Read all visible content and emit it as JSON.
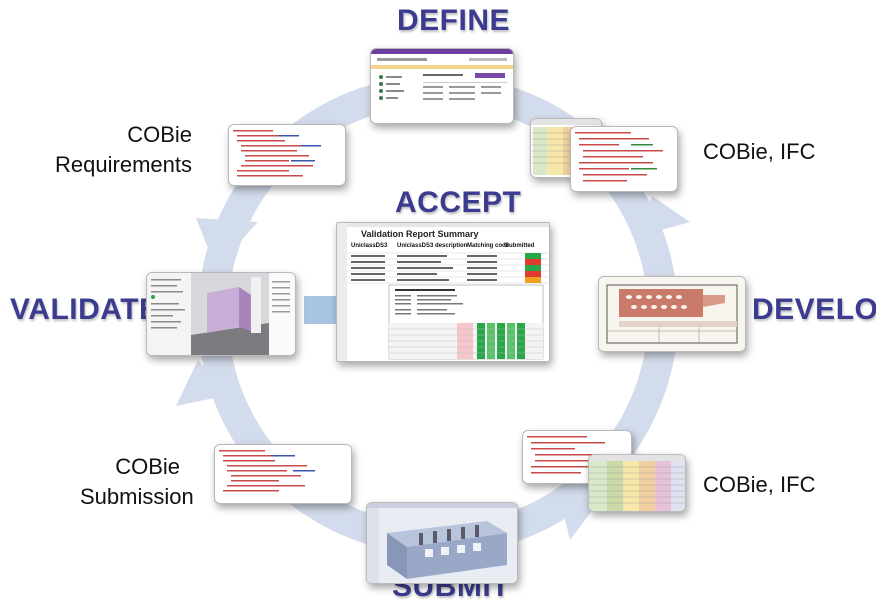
{
  "stages": {
    "define": "DEFINE",
    "accept": "ACCEPT",
    "validate": "VALIDATE",
    "develop": "DEVELOP",
    "submit": "SUBMIT"
  },
  "labels": {
    "requirements_line1": "COBie",
    "requirements_line2": "Requirements",
    "cobie_ifc_top": "COBie, IFC",
    "submission_line1": "COBie",
    "submission_line2": "Submission",
    "cobie_ifc_bottom": "COBie, IFC"
  },
  "report": {
    "title": "Validation Report Summary",
    "col1": "UniclassDS3",
    "col2": "UniclassDS3 description",
    "col3": "Matching code",
    "col4": "Submitted"
  },
  "colors": {
    "stage_text": "#3b3b8f",
    "cycle_arrow": "#d3dcec",
    "center_arrow": "#a9c4e2",
    "pass": "#2aa64a",
    "fail": "#e23a2e"
  },
  "icons": [
    "cycle-arrow-icon",
    "validate-to-accept-arrow-icon"
  ]
}
